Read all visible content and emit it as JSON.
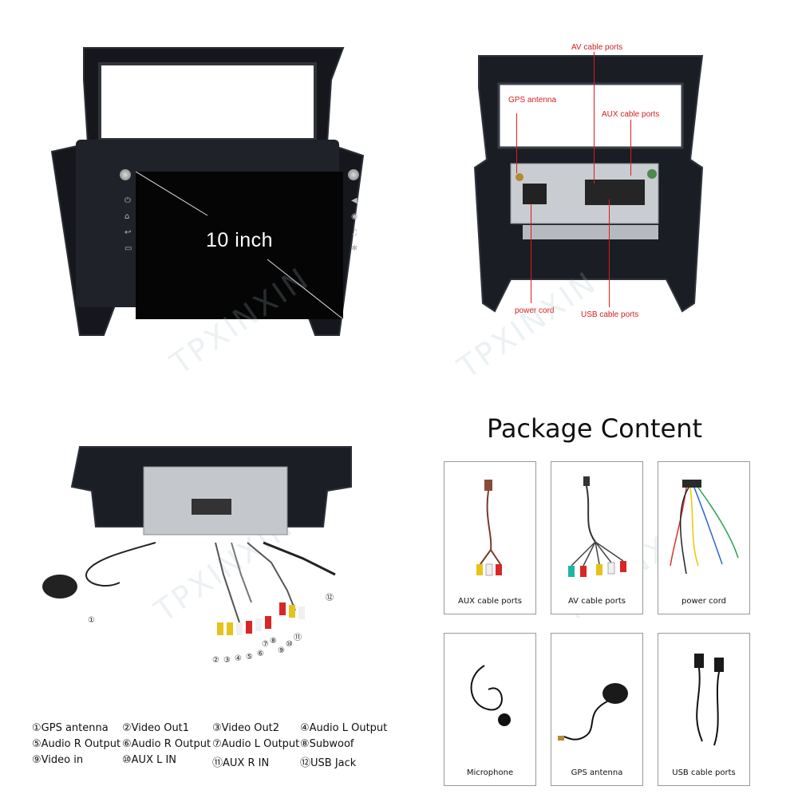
{
  "front": {
    "screen_label": "10 inch"
  },
  "rear": {
    "callouts": {
      "av": "AV cable ports",
      "gps": "GPS antenna",
      "aux": "AUX cable ports",
      "power": "power cord",
      "usb": "USB cable ports"
    }
  },
  "watermark": "TPXINXIN",
  "install": {
    "numbers": [
      "①",
      "②",
      "③",
      "④",
      "⑤",
      "⑥",
      "⑦",
      "⑧",
      "⑨",
      "⑩",
      "⑪",
      "⑫"
    ]
  },
  "legend": [
    [
      "①GPS antenna",
      "②Video Out1",
      "③Video Out2",
      "④Audio L Output"
    ],
    [
      "⑤Audio R Output",
      "⑥Audio R Output",
      "⑦Audio L Output",
      "⑧Subwoof"
    ],
    [
      "⑨Video in",
      "⑩AUX L IN",
      "⑪AUX R IN",
      "⑫USB Jack"
    ]
  ],
  "package": {
    "title": "Package Content",
    "items": [
      "AUX cable ports",
      "AV cable ports",
      "power cord",
      "Microphone",
      "GPS antenna",
      "USB cable ports"
    ]
  }
}
